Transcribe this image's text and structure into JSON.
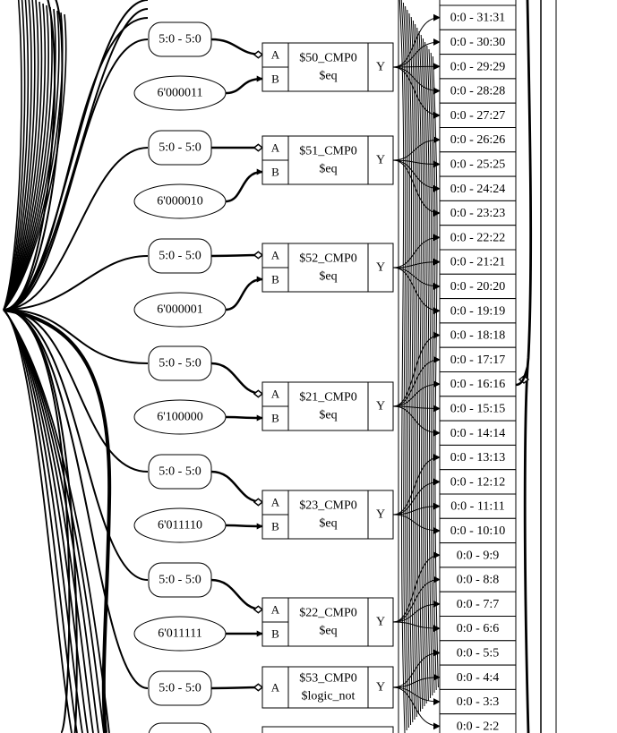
{
  "slices": [
    {
      "label": "5:0 - 5:0"
    },
    {
      "label": "5:0 - 5:0"
    },
    {
      "label": "5:0 - 5:0"
    },
    {
      "label": "5:0 - 5:0"
    },
    {
      "label": "5:0 - 5:0"
    },
    {
      "label": "5:0 - 5:0"
    },
    {
      "label": "5:0 - 5:0"
    }
  ],
  "constants": [
    {
      "label": "6'000011"
    },
    {
      "label": "6'000010"
    },
    {
      "label": "6'000001"
    },
    {
      "label": "6'100000"
    },
    {
      "label": "6'011110"
    },
    {
      "label": "6'011111"
    }
  ],
  "cells": [
    {
      "name": "$50_CMP0",
      "type": "$eq",
      "port_a": "A",
      "port_b": "B",
      "port_y": "Y"
    },
    {
      "name": "$51_CMP0",
      "type": "$eq",
      "port_a": "A",
      "port_b": "B",
      "port_y": "Y"
    },
    {
      "name": "$52_CMP0",
      "type": "$eq",
      "port_a": "A",
      "port_b": "B",
      "port_y": "Y"
    },
    {
      "name": "$21_CMP0",
      "type": "$eq",
      "port_a": "A",
      "port_b": "B",
      "port_y": "Y"
    },
    {
      "name": "$23_CMP0",
      "type": "$eq",
      "port_a": "A",
      "port_b": "B",
      "port_y": "Y"
    },
    {
      "name": "$22_CMP0",
      "type": "$eq",
      "port_a": "A",
      "port_b": "B",
      "port_y": "Y"
    },
    {
      "name": "$53_CMP0",
      "type": "$logic_not",
      "port_a": "A",
      "port_y": "Y"
    }
  ],
  "bits": [
    "0:0 - 31:31",
    "0:0 - 30:30",
    "0:0 - 29:29",
    "0:0 - 28:28",
    "0:0 - 27:27",
    "0:0 - 26:26",
    "0:0 - 25:25",
    "0:0 - 24:24",
    "0:0 - 23:23",
    "0:0 - 22:22",
    "0:0 - 21:21",
    "0:0 - 20:20",
    "0:0 - 19:19",
    "0:0 - 18:18",
    "0:0 - 17:17",
    "0:0 - 16:16",
    "0:0 - 15:15",
    "0:0 - 14:14",
    "0:0 - 13:13",
    "0:0 - 12:12",
    "0:0 - 11:11",
    "0:0 - 10:10",
    "0:0 - 9:9",
    "0:0 - 8:8",
    "0:0 - 7:7",
    "0:0 - 6:6",
    "0:0 - 5:5",
    "0:0 - 4:4",
    "0:0 - 3:3",
    "0:0 - 2:2"
  ]
}
